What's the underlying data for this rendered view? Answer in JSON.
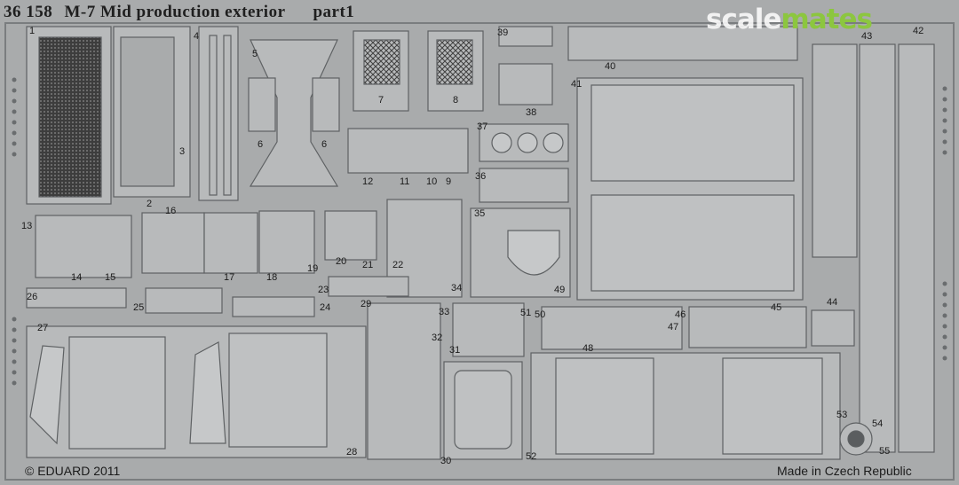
{
  "header": {
    "code": "36 158",
    "title": "M-7 Mid production exterior",
    "part": "part1"
  },
  "watermark": {
    "left": "scale",
    "right": "mates",
    "accent_color": "#8cc63f"
  },
  "footer": {
    "copyright": "© EDUARD 2011",
    "origin": "Made in Czech Republic"
  },
  "part_numbers": [
    "1",
    "2",
    "3",
    "4",
    "5",
    "6",
    "6",
    "7",
    "8",
    "9",
    "10",
    "11",
    "12",
    "13",
    "14",
    "15",
    "16",
    "17",
    "18",
    "19",
    "20",
    "21",
    "22",
    "23",
    "24",
    "25",
    "26",
    "27",
    "28",
    "29",
    "30",
    "31",
    "32",
    "33",
    "34",
    "35",
    "36",
    "37",
    "38",
    "39",
    "40",
    "41",
    "42",
    "43",
    "44",
    "45",
    "46",
    "47",
    "48",
    "49",
    "50",
    "51",
    "52",
    "53",
    "54",
    "55"
  ],
  "colors": {
    "fret": "#a9abac",
    "edge": "#6e7173",
    "part_fill": "#b8babb",
    "mesh": "#4a4a4a"
  }
}
